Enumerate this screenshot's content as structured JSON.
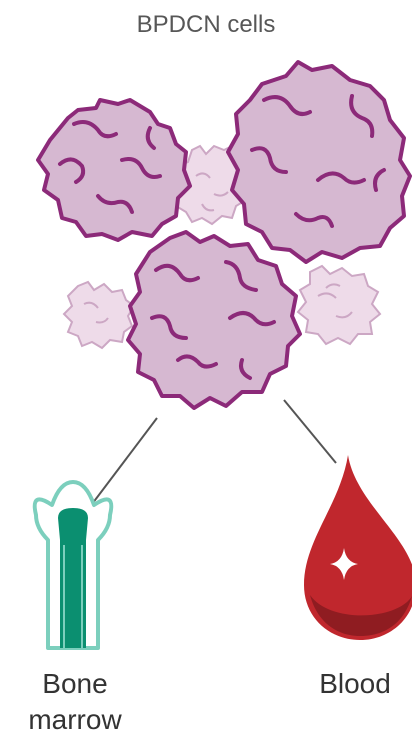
{
  "title": "BPDCN cells",
  "labels": {
    "bone_marrow": "Bone marrow",
    "blood": "Blood"
  },
  "colors": {
    "cell_outline": "#8c2a79",
    "cell_fill": "#d6b8d1",
    "small_cell_fill": "#eedbe9",
    "small_cell_outline": "#cca7c4",
    "bone_outline": "#7ccfbd",
    "marrow": "#0b8f70",
    "blood": "#c0272d",
    "blood_dark": "#8f1c21",
    "connector": "#555555"
  },
  "icons": [
    "bpdcn-cell-icon",
    "bone-marrow-icon",
    "blood-drop-icon"
  ]
}
